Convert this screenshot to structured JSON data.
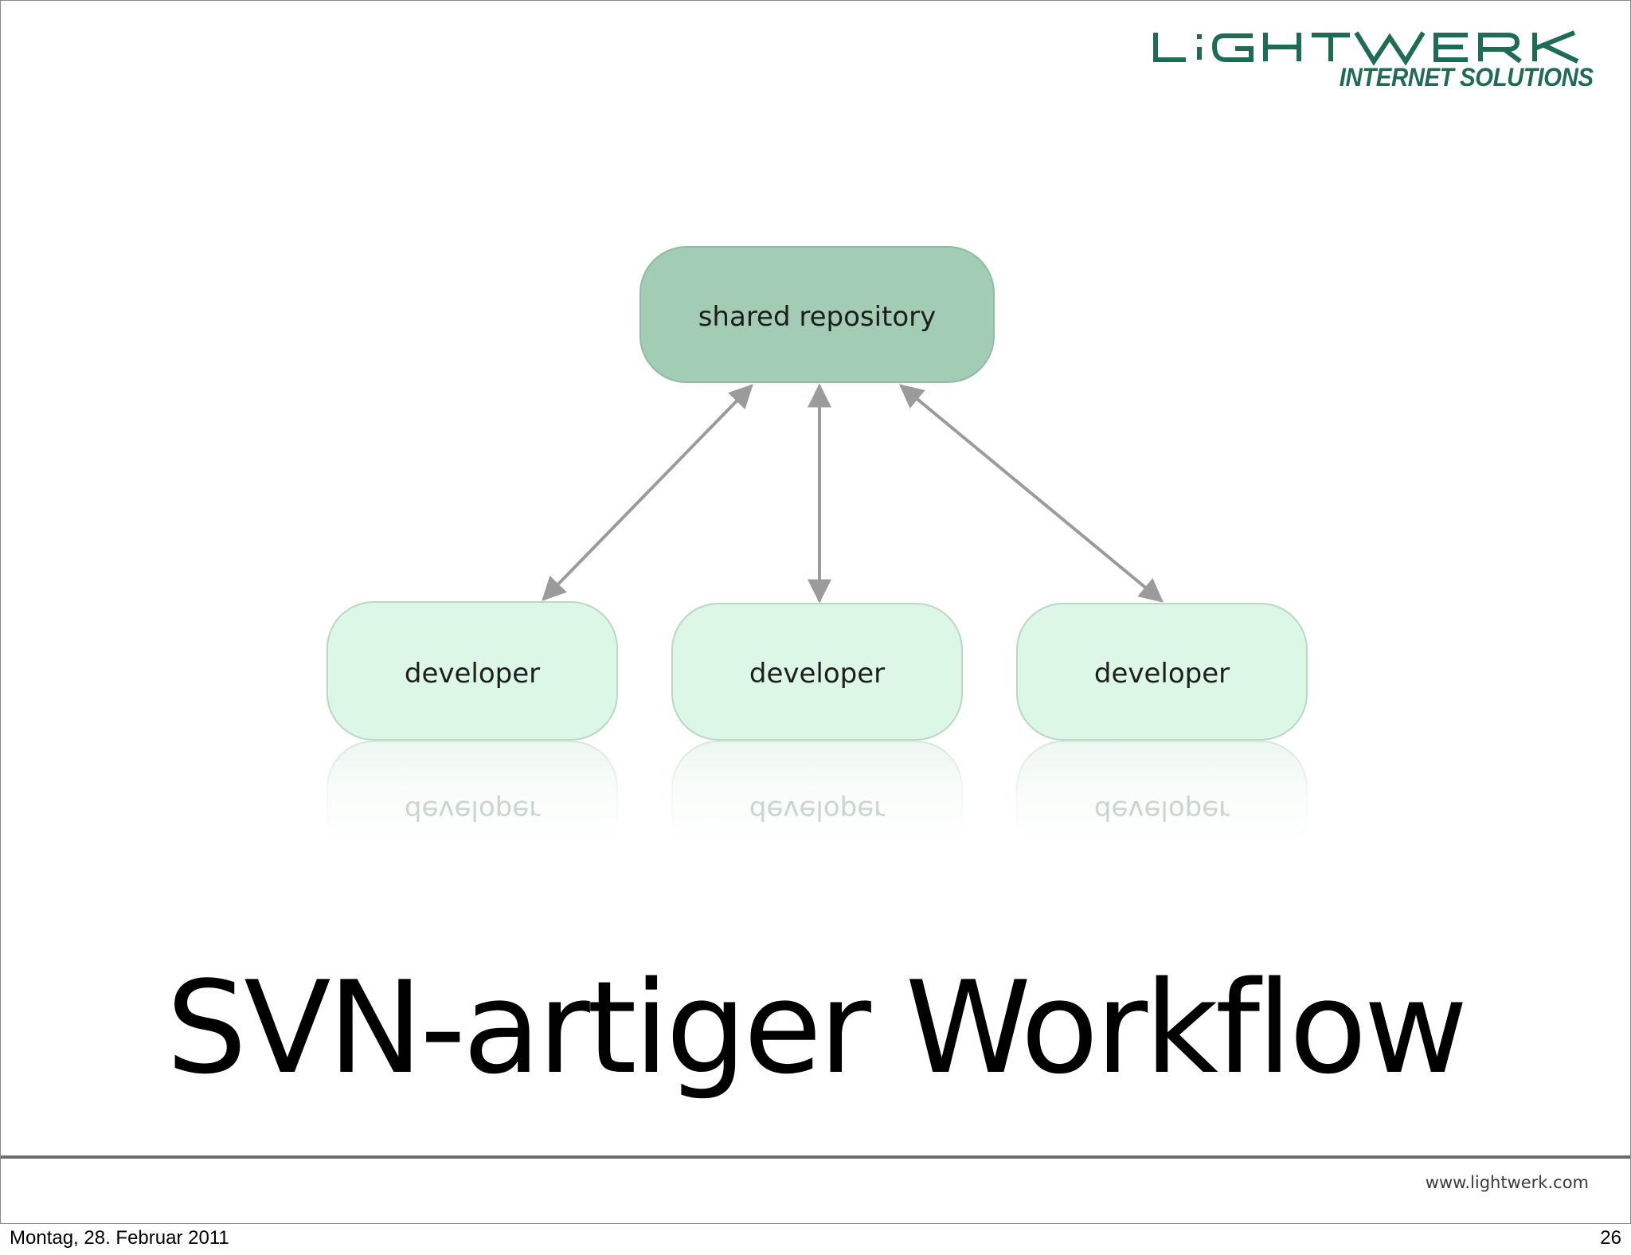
{
  "logo": {
    "wordmark": "LiGHTWERK",
    "tagline": "INTERNET SOLUTIONS",
    "color": "#1f6b54"
  },
  "diagram": {
    "repository_label": "shared repository",
    "developer_labels": [
      "developer",
      "developer",
      "developer"
    ],
    "colors": {
      "repository_fill": "#a2cdb4",
      "developer_fill": "#dcf7e6",
      "arrow": "#9b9b9b"
    }
  },
  "slide": {
    "title": "SVN-artiger Workflow",
    "website": "www.lightwerk.com"
  },
  "footer": {
    "date": "Montag, 28. Februar 2011",
    "page_number": "26"
  }
}
